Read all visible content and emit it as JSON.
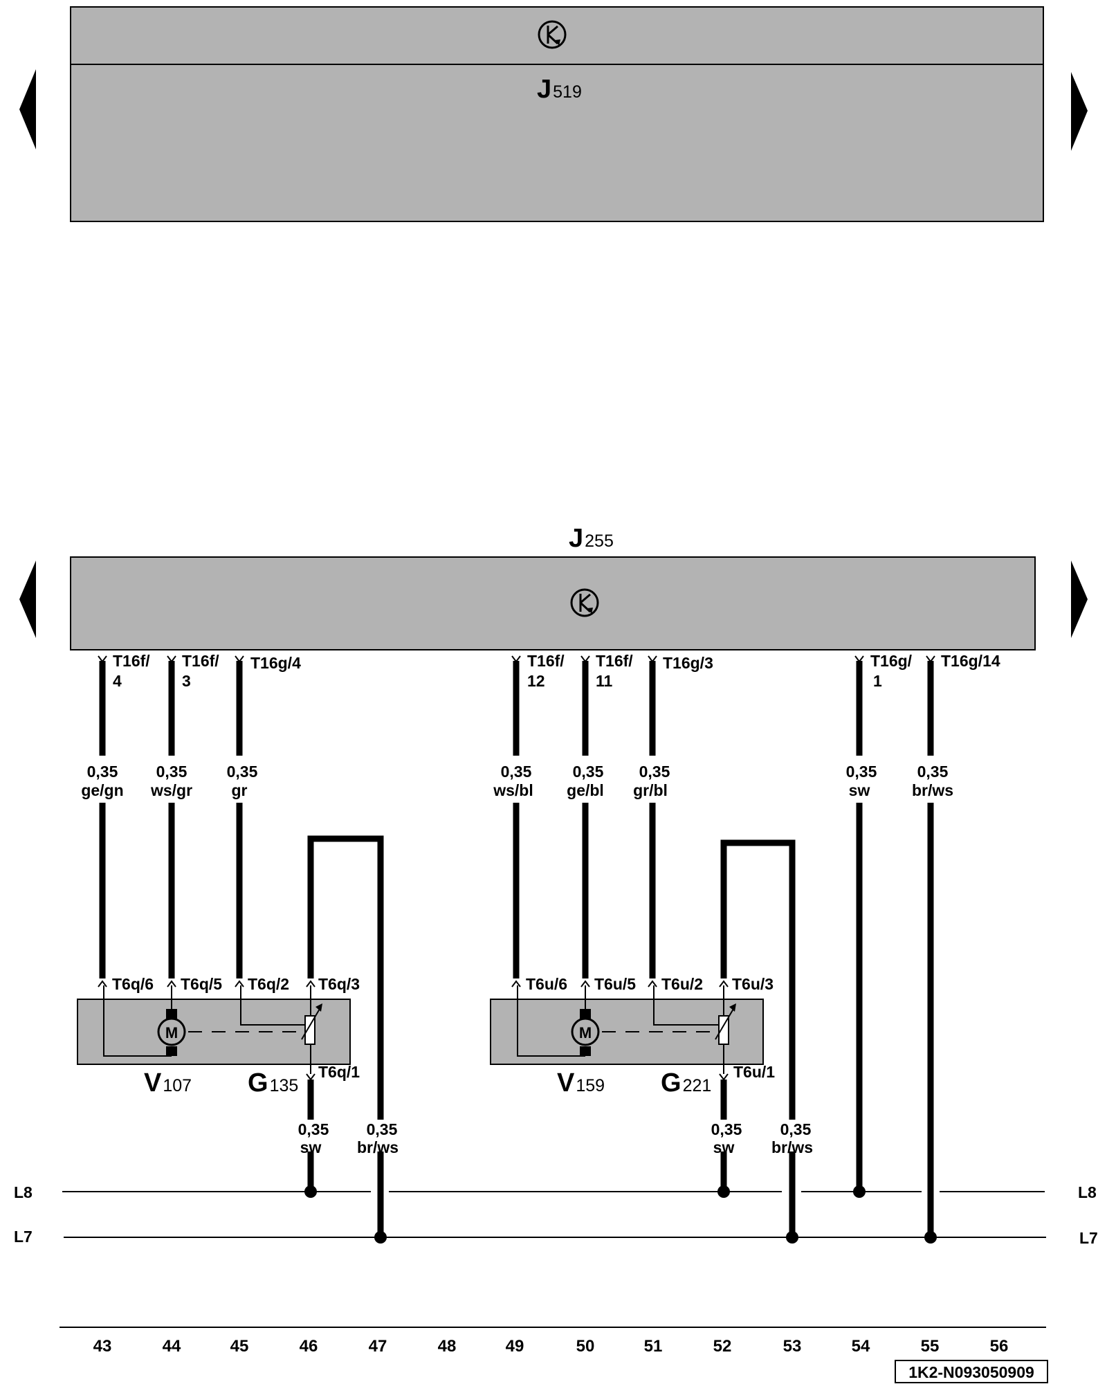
{
  "units": {
    "j519": {
      "name": "J",
      "sub": "519"
    },
    "j255": {
      "name": "J",
      "sub": "255"
    }
  },
  "left_wires": [
    {
      "pin1": "T16f/",
      "pin2": "4",
      "size": "0,35",
      "color": "ge/gn",
      "bottom_pin": "T6q/6"
    },
    {
      "pin1": "T16f/",
      "pin2": "3",
      "size": "0,35",
      "color": "ws/gr",
      "bottom_pin": "T6q/5"
    },
    {
      "pin1": "T16g/4",
      "pin2": "",
      "size": "0,35",
      "color": "gr",
      "bottom_pin": "T6q/2"
    }
  ],
  "right_wires": [
    {
      "pin1": "T16f/",
      "pin2": "12",
      "size": "0,35",
      "color": "ws/bl",
      "bottom_pin": "T6u/6"
    },
    {
      "pin1": "T16f/",
      "pin2": "11",
      "size": "0,35",
      "color": "ge/bl",
      "bottom_pin": "T6u/5"
    },
    {
      "pin1": "T16g/3",
      "pin2": "",
      "size": "0,35",
      "color": "gr/bl",
      "bottom_pin": "T6u/2"
    }
  ],
  "ground_wires": [
    {
      "pin1": "T16g/",
      "pin2": "1",
      "size": "0,35",
      "color": "sw"
    },
    {
      "pin1": "T16g/14",
      "pin2": "",
      "size": "0,35",
      "color": "br/ws"
    }
  ],
  "left_module": {
    "motor": {
      "name": "V",
      "sub": "107",
      "symbol": "M"
    },
    "sensor": {
      "name": "G",
      "sub": "135"
    },
    "top_pin": "T6q/3",
    "bottom_pin": "T6q/1",
    "wire_a": {
      "size": "0,35",
      "color": "sw"
    },
    "wire_b": {
      "size": "0,35",
      "color": "br/ws"
    }
  },
  "right_module": {
    "motor": {
      "name": "V",
      "sub": "159",
      "symbol": "M"
    },
    "sensor": {
      "name": "G",
      "sub": "221"
    },
    "top_pin": "T6u/3",
    "bottom_pin": "T6u/1",
    "wire_a": {
      "size": "0,35",
      "color": "sw"
    },
    "wire_b": {
      "size": "0,35",
      "color": "br/ws"
    }
  },
  "bus_lines": [
    "L8",
    "L7"
  ],
  "columns": [
    "43",
    "44",
    "45",
    "46",
    "47",
    "48",
    "49",
    "50",
    "51",
    "52",
    "53",
    "54",
    "55",
    "56"
  ],
  "document_id": "1K2-N093050909",
  "icons": [
    "can-bus-icon",
    "arrow-left-icon",
    "arrow-right-icon",
    "motor-icon",
    "potentiometer-icon"
  ]
}
